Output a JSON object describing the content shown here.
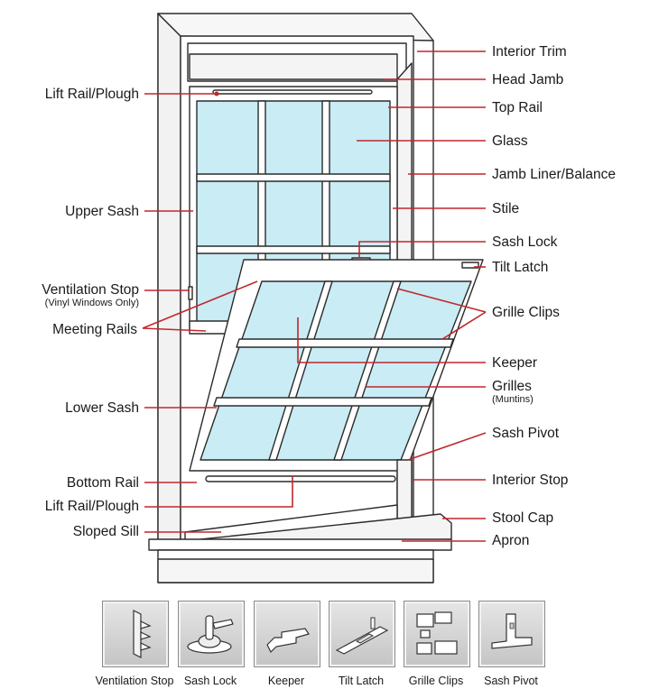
{
  "labels_right": {
    "interior_trim": "Interior Trim",
    "head_jamb": "Head Jamb",
    "top_rail": "Top Rail",
    "glass": "Glass",
    "jamb_liner": "Jamb Liner/Balance",
    "stile": "Stile",
    "sash_lock": "Sash Lock",
    "tilt_latch": "Tilt Latch",
    "grille_clips": "Grille Clips",
    "keeper": "Keeper",
    "grilles": "Grilles",
    "grilles_note": "(Muntins)",
    "sash_pivot": "Sash Pivot",
    "interior_stop": "Interior Stop",
    "stool_cap": "Stool Cap",
    "apron": "Apron"
  },
  "labels_left": {
    "lift_rail_top": "Lift Rail/Plough",
    "upper_sash": "Upper Sash",
    "ventilation_stop": "Ventilation Stop",
    "ventilation_note": "(Vinyl Windows Only)",
    "meeting_rails": "Meeting Rails",
    "lower_sash": "Lower Sash",
    "bottom_rail": "Bottom Rail",
    "lift_rail_bottom": "Lift Rail/Plough",
    "sloped_sill": "Sloped Sill"
  },
  "parts": [
    {
      "name": "Ventilation Stop",
      "icon": "ventilation-stop-icon"
    },
    {
      "name": "Sash Lock",
      "icon": "sash-lock-icon"
    },
    {
      "name": "Keeper",
      "icon": "keeper-icon"
    },
    {
      "name": "Tilt Latch",
      "icon": "tilt-latch-icon"
    },
    {
      "name": "Grille Clips",
      "icon": "grille-clips-icon"
    },
    {
      "name": "Sash Pivot",
      "icon": "sash-pivot-icon"
    }
  ],
  "colors": {
    "leader": "#c1272d",
    "glass": "#c9ecf5",
    "frame_stroke": "#2b2b2b",
    "frame_fill": "#ffffff"
  }
}
